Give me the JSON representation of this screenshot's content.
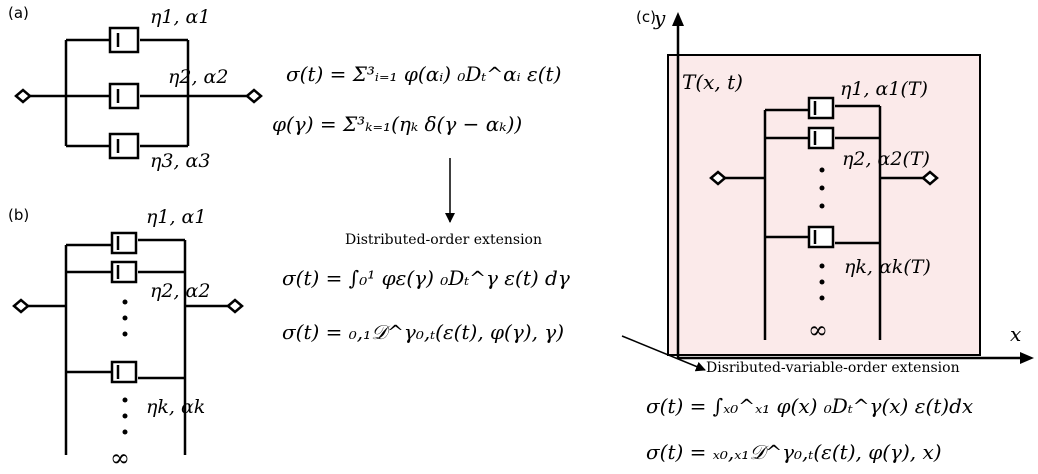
{
  "panels": {
    "a": {
      "tag": "(a)",
      "labels": [
        "η1, α1",
        "η2, α2",
        "η3, α3"
      ]
    },
    "b": {
      "tag": "(b)",
      "labels": [
        "η1, α1",
        "η2, α2",
        "ηk, αk"
      ],
      "infinity": "∞"
    },
    "c": {
      "tag": "(c)",
      "field": "T(x, t)",
      "labels": [
        "η1, α1(T)",
        "η2, α2(T)",
        "ηk, αk(T)"
      ],
      "infinity": "∞",
      "axis_x": "x",
      "axis_y": "y"
    }
  },
  "equations": {
    "a1": "σ(t) = Σ³ᵢ₌₁ φ(αᵢ) ₀Dₜ^αᵢ ε(t)",
    "a2": "φ(γ) = Σ³ₖ₌₁(ηₖ δ(γ − αₖ))",
    "b1": "σ(t) = ∫₀¹ φε(γ) ₀Dₜ^γ ε(t) dγ",
    "b2": "σ(t) = ₀,₁𝒟^γ₀,ₜ(ε(t), φ(γ), γ)",
    "c1": "σ(t) = ∫ₓ₀^ₓ₁ φ(x) ₀Dₜ^γ(x) ε(t)dx",
    "c2": "σ(t) = ₓ₀,ₓ₁𝒟^γ₀,ₜ(ε(t), φ(γ), x)"
  },
  "annotations": {
    "distributed_order": "Distributed-order extension",
    "distributed_variable_order": "Disributed-variable-order extension"
  },
  "colors": {
    "panel_c_fill": "#fbeaea",
    "line": "#000000"
  }
}
